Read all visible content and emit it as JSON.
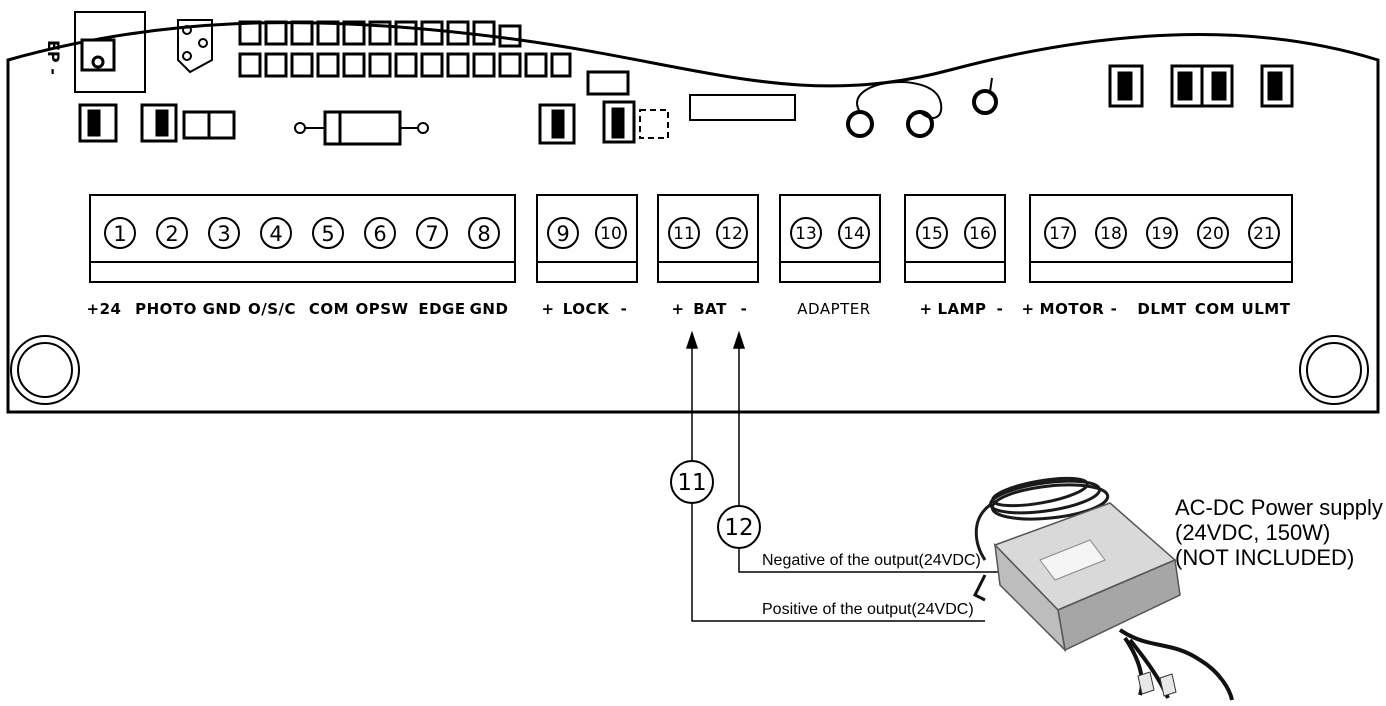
{
  "terminal_groups": [
    {
      "numbers": [
        "1",
        "2",
        "3",
        "4",
        "5",
        "6",
        "7",
        "8"
      ],
      "labels": [
        "+24",
        "PHOTO",
        "GND",
        "O/S/C",
        "COM",
        "OPSW",
        "EDGE",
        "GND"
      ]
    },
    {
      "numbers": [
        "9",
        "10"
      ],
      "labels": [
        "+",
        "LOCK",
        "-"
      ]
    },
    {
      "numbers": [
        "11",
        "12"
      ],
      "labels": [
        "+",
        "BAT",
        "-"
      ]
    },
    {
      "numbers": [
        "13",
        "14"
      ],
      "labels": [
        "ADAPTER"
      ]
    },
    {
      "numbers": [
        "15",
        "16"
      ],
      "labels": [
        "+",
        "LAMP",
        "-"
      ]
    },
    {
      "numbers": [
        "17",
        "18",
        "19",
        "20",
        "21"
      ],
      "labels": [
        "+",
        "MOTOR",
        "-",
        "DLMT",
        "COM",
        "ULMT"
      ]
    }
  ],
  "board_marking": "EP -",
  "callouts": {
    "c11": "11",
    "c12": "12"
  },
  "notes": {
    "negative": "Negative of the output(24VDC)",
    "positive": "Positive of the output(24VDC)"
  },
  "power_supply": {
    "line1": "AC-DC Power supply",
    "line2": "(24VDC, 150W)",
    "line3": "(NOT INCLUDED)"
  }
}
